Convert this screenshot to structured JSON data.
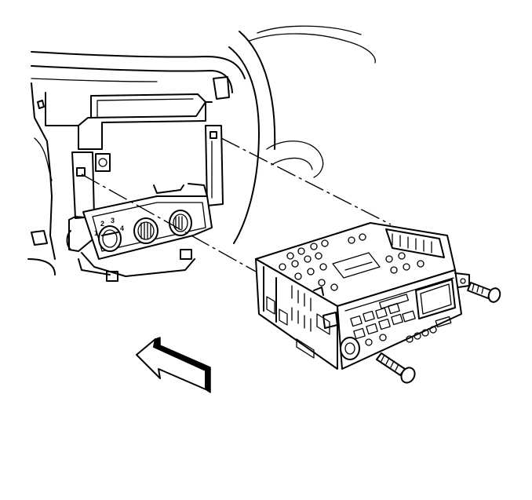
{
  "knob_numbers": [
    "1",
    "2",
    "3",
    "4"
  ],
  "colors": {
    "line": "#000000",
    "background": "#ffffff"
  },
  "icons": {
    "arrow": "forward-direction-arrow-icon"
  }
}
